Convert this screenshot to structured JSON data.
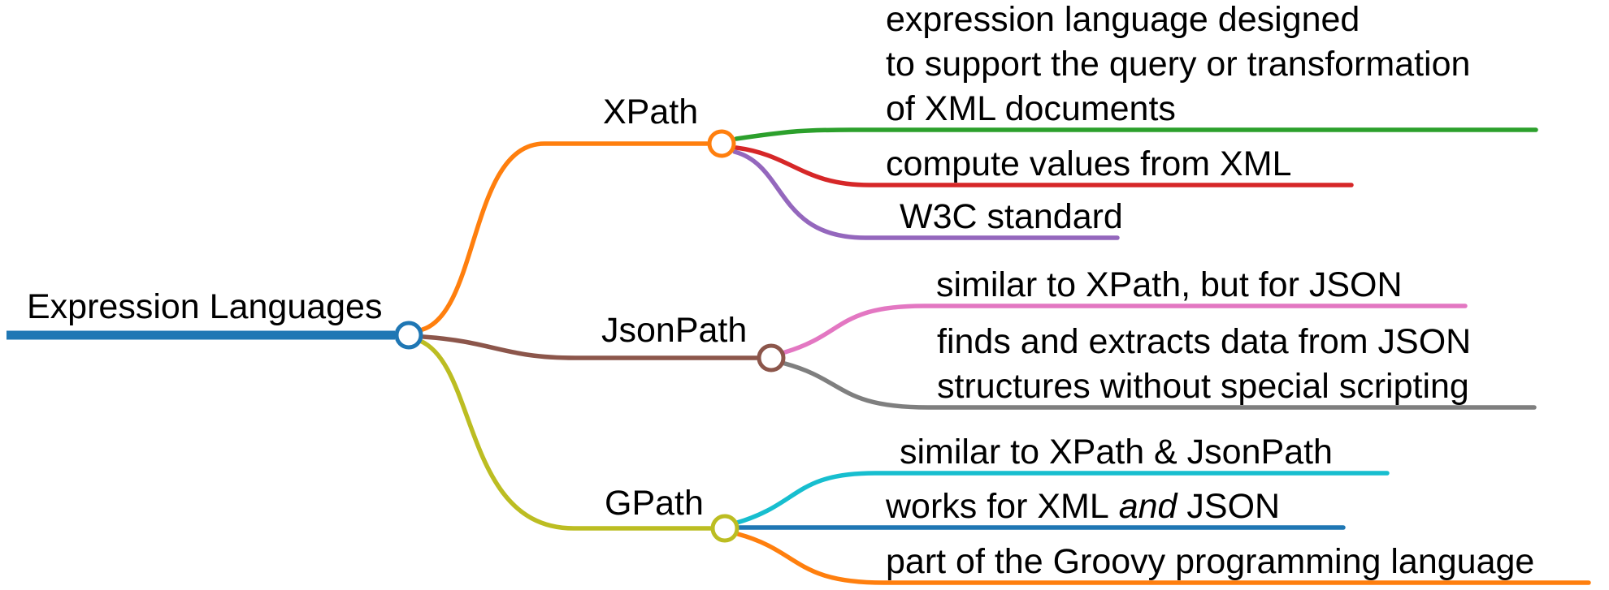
{
  "colors": {
    "blue": "#1f77b4",
    "orange": "#ff7f0e",
    "green": "#2ca02c",
    "red": "#d62728",
    "purple": "#9467bd",
    "brown": "#8c564b",
    "pink": "#e377c2",
    "gray": "#7f7f7f",
    "olive": "#bcbd22",
    "cyan": "#17becf",
    "node_fill": "#ffffff",
    "text": "#000000"
  },
  "root": {
    "label": "Expression Languages"
  },
  "branches": [
    {
      "label": "XPath",
      "children": [
        {
          "lines": [
            "expression language designed",
            "to support the query or transformation",
            "of XML documents"
          ]
        },
        {
          "lines": [
            "compute values from XML"
          ]
        },
        {
          "lines": [
            "W3C standard"
          ]
        }
      ]
    },
    {
      "label": "JsonPath",
      "children": [
        {
          "lines": [
            "similar to XPath, but for JSON"
          ]
        },
        {
          "lines": [
            "finds and extracts data from JSON",
            "structures without special scripting"
          ]
        }
      ]
    },
    {
      "label": "GPath",
      "children": [
        {
          "lines": [
            "similar to XPath & JsonPath"
          ]
        },
        {
          "parts": {
            "prefix": "works for XML",
            "italic": " and ",
            "suffix": "JSON"
          }
        },
        {
          "lines": [
            "part of the Groovy programming language"
          ]
        }
      ]
    }
  ]
}
